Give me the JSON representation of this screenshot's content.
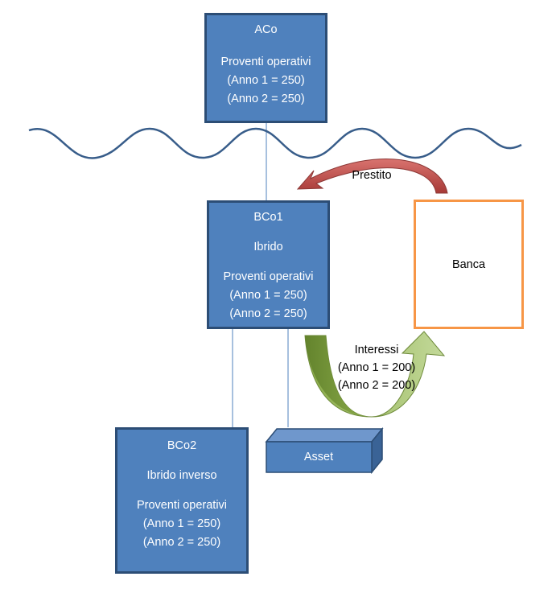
{
  "entities": {
    "aco": {
      "name": "ACo",
      "lines": [
        "Proventi operativi",
        "(Anno 1 = 250)",
        "(Anno 2 = 250)"
      ]
    },
    "bco1": {
      "name": "BCo1",
      "type": "Ibrido",
      "lines": [
        "Proventi operativi",
        "(Anno 1 = 250)",
        "(Anno 2 = 250)"
      ]
    },
    "bco2": {
      "name": "BCo2",
      "type": "Ibrido inverso",
      "lines": [
        "Proventi operativi",
        "(Anno 1 = 250)",
        "(Anno 2 = 250)"
      ]
    },
    "banca": {
      "name": "Banca"
    },
    "asset": {
      "name": "Asset"
    }
  },
  "flows": {
    "prestito": {
      "label": "Prestito"
    },
    "interessi": {
      "label": "Interessi",
      "lines": [
        "(Anno 1 = 200)",
        "(Anno 2 = 200)"
      ]
    }
  },
  "colors": {
    "entity_fill": "#4f81bd",
    "entity_border": "#2c4d75",
    "bank_border": "#f79646",
    "loan_arrow": "#c0504d",
    "interest_arrow": "#9bbb59",
    "border_line": "#385d8a"
  }
}
